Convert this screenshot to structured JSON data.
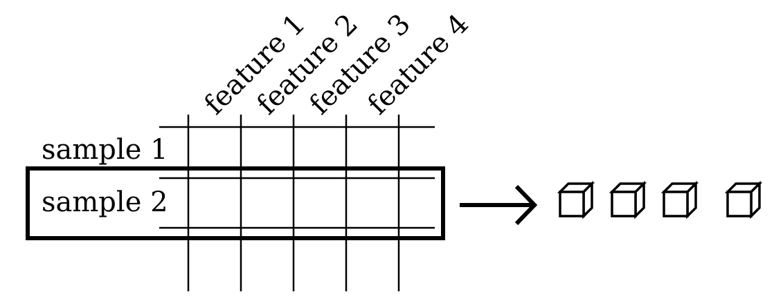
{
  "features": [
    "feature 1",
    "feature 2",
    "feature 3",
    "feature 4"
  ],
  "samples": [
    "sample 1",
    "sample 2"
  ],
  "vectors": [
    {
      "kind": "cube"
    },
    {
      "kind": "cube"
    },
    {
      "kind": "cube"
    },
    {
      "kind": "cube"
    }
  ]
}
